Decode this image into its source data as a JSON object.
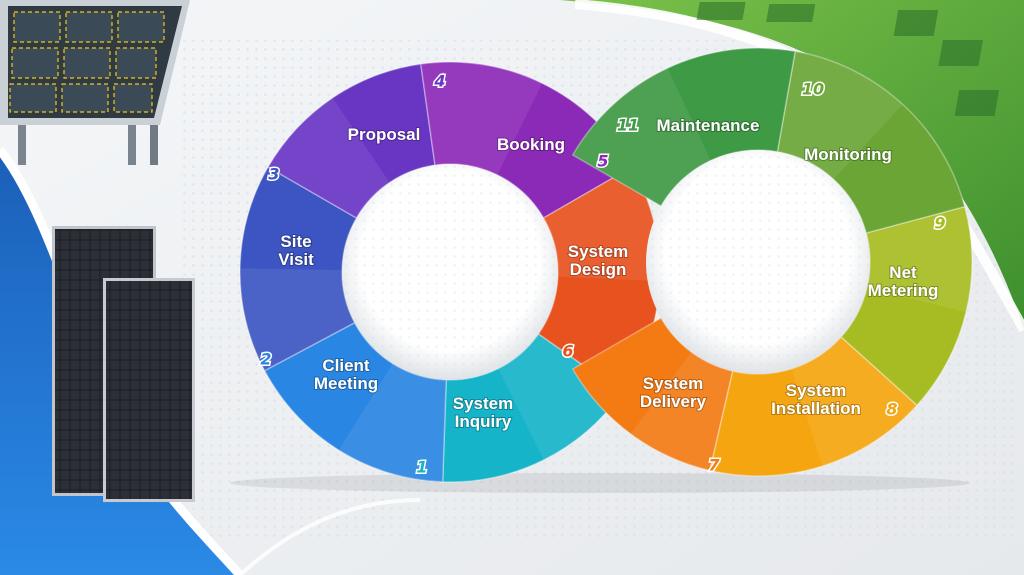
{
  "stages": [
    {
      "num": "1",
      "label": "System Inquiry",
      "color": "#16b4c9"
    },
    {
      "num": "2",
      "label": "Client Meeting",
      "color": "#2a86e3"
    },
    {
      "num": "3",
      "label": "Site Visit",
      "color": "#3c55c2"
    },
    {
      "num": "4",
      "label": "Proposal",
      "color": "#6936c4"
    },
    {
      "num": "5",
      "label": "Booking",
      "color": "#8c2ab8"
    },
    {
      "num": "6",
      "label": "System Design",
      "color": "#e8521f"
    },
    {
      "num": "7",
      "label": "System Delivery",
      "color": "#f47b14"
    },
    {
      "num": "8",
      "label": "System Installation",
      "color": "#f5a50f"
    },
    {
      "num": "9",
      "label": "Net Metering",
      "color": "#a7bc22"
    },
    {
      "num": "10",
      "label": "Monitoring",
      "color": "#6aa536"
    },
    {
      "num": "11",
      "label": "Maintenance",
      "color": "#3f9a45"
    }
  ],
  "theme": {
    "left_accent": "#1e74d6",
    "right_accent": "#4ca33a",
    "ring_hole": "#ffffff"
  },
  "icons": [
    "solar-panel-mount-icon",
    "solar-module-icon"
  ]
}
